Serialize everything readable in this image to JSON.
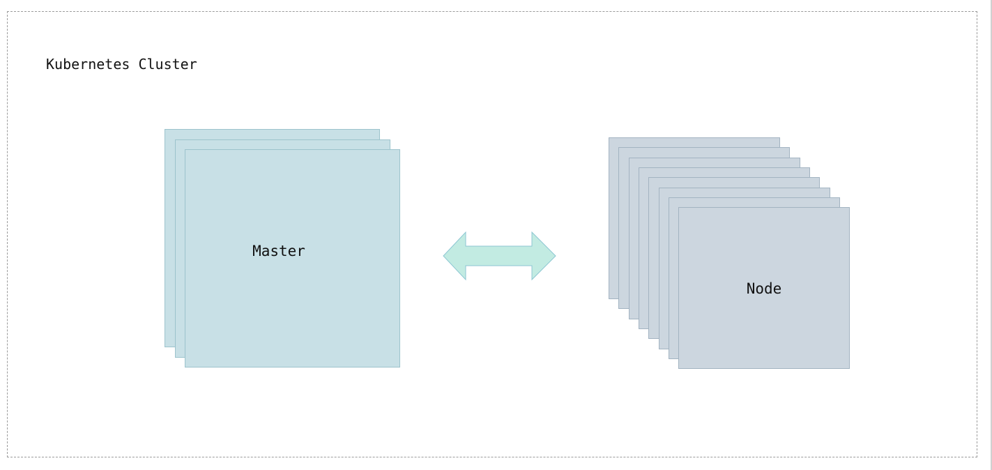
{
  "diagram": {
    "cluster": {
      "title": "Kubernetes Cluster"
    },
    "master": {
      "label": "Master",
      "layers": 3,
      "fill": "#c8e0e6",
      "stroke": "#9cc3cc"
    },
    "node": {
      "label": "Node",
      "layers": 8,
      "fill": "#ccd6df",
      "stroke": "#a2b3c1"
    },
    "connector": {
      "type": "bidirectional-arrow",
      "fill": "#c2ebe2",
      "stroke": "#8cc6d2"
    }
  }
}
